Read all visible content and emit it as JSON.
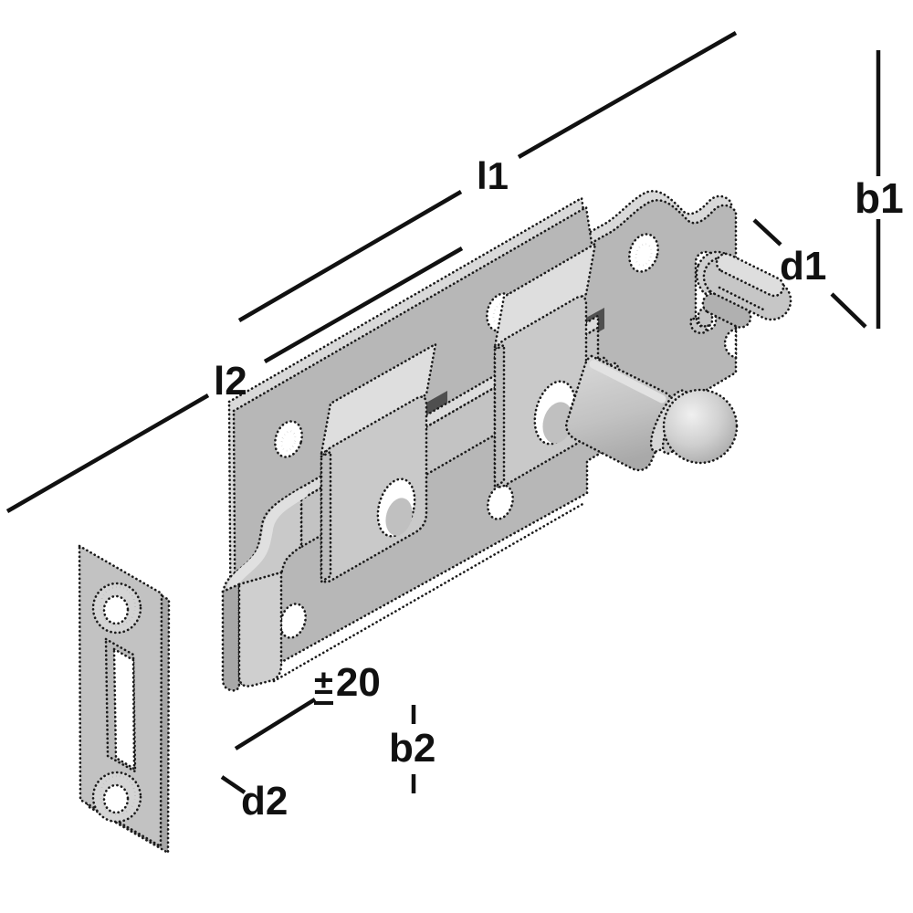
{
  "figure": {
    "type": "isometric technical drawing",
    "subject": "slide bolt latch with two guide staples, knob bolt and separate strike plate",
    "labels": {
      "l1": "l1",
      "l2": "l2",
      "b1": "b1",
      "d1": "d1",
      "b2": "b2",
      "d2": "d2",
      "tolerance_sign": "±",
      "tolerance_value": "20"
    },
    "colors": {
      "background": "#ffffff",
      "outline": "#1a1a1a",
      "metal_face": "#b7b7b7",
      "metal_light": "#dcdcdc",
      "metal_mid": "#c9c9c9",
      "metal_dark": "#a6a6a6",
      "dimension_line": "#111111"
    }
  }
}
